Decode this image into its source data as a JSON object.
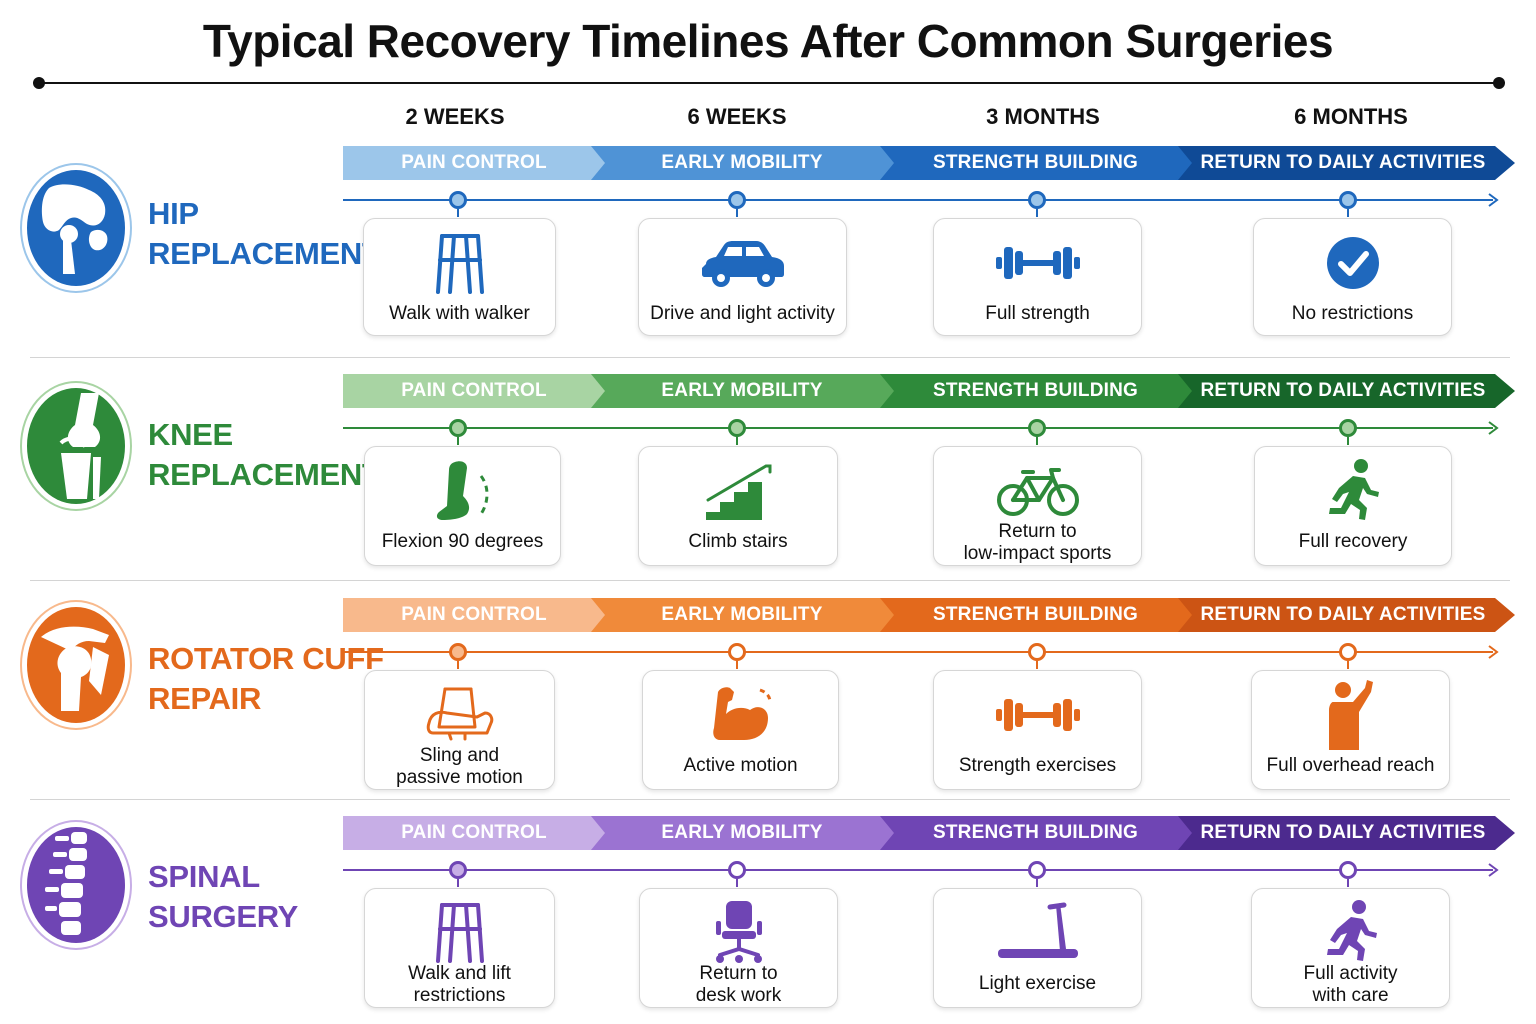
{
  "title": "Typical Recovery Timelines After Common Surgeries",
  "time_labels": [
    "2 WEEKS",
    "6 WEEKS",
    "3 MONTHS",
    "6 MONTHS"
  ],
  "phases": [
    "PAIN CONTROL",
    "EARLY MOBILITY",
    "STRENGTH BUILDING",
    "RETURN TO DAILY ACTIVITIES"
  ],
  "colors": {
    "hip": [
      "#9cc6ea",
      "#4f93d6",
      "#1f68bd",
      "#0f4a96"
    ],
    "knee": [
      "#a8d4a3",
      "#57a95a",
      "#2e8a3a",
      "#17662a"
    ],
    "rotator": [
      "#f8b98c",
      "#f08a3a",
      "#e3691c",
      "#cc5414"
    ],
    "spinal": [
      "#c7aee6",
      "#9b73d2",
      "#6f45b4",
      "#4c2a8e"
    ]
  },
  "surgeries": [
    {
      "key": "hip",
      "name_line1": "HIP",
      "name_line2": "REPLACEMENT",
      "icon": "hip-joint-icon",
      "color": "#1f68bd",
      "milestones": [
        {
          "label": "Walk with walker",
          "icon": "walker-icon"
        },
        {
          "label": "Drive and light activity",
          "icon": "car-icon"
        },
        {
          "label": "Full strength",
          "icon": "dumbbell-icon"
        },
        {
          "label": "No restrictions",
          "icon": "checkmark-icon"
        }
      ]
    },
    {
      "key": "knee",
      "name_line1": "KNEE",
      "name_line2": "REPLACEMENT",
      "icon": "knee-joint-icon",
      "color": "#2e8a3a",
      "milestones": [
        {
          "label": "Flexion 90 degrees",
          "icon": "leg-flexion-icon"
        },
        {
          "label": "Climb stairs",
          "icon": "stairs-icon"
        },
        {
          "label": "Return to\nlow-impact sports",
          "icon": "bicycle-icon"
        },
        {
          "label": "Full recovery",
          "icon": "running-person-icon"
        }
      ]
    },
    {
      "key": "rotator",
      "name_line1": "ROTATOR CUFF",
      "name_line2": "REPAIR",
      "icon": "shoulder-joint-icon",
      "color": "#e3691c",
      "milestones": [
        {
          "label": "Sling and\npassive motion",
          "icon": "arm-sling-icon"
        },
        {
          "label": "Active motion",
          "icon": "flexed-arm-icon"
        },
        {
          "label": "Strength exercises",
          "icon": "dumbbell-icon"
        },
        {
          "label": "Full overhead reach",
          "icon": "raised-arm-person-icon"
        }
      ]
    },
    {
      "key": "spinal",
      "name_line1": "SPINAL",
      "name_line2": "SURGERY",
      "icon": "spine-icon",
      "color": "#6f45b4",
      "milestones": [
        {
          "label": "Walk and lift\nrestrictions",
          "icon": "walker-icon"
        },
        {
          "label": "Return to\ndesk work",
          "icon": "office-chair-icon"
        },
        {
          "label": "Light exercise",
          "icon": "treadmill-icon"
        },
        {
          "label": "Full activity\nwith care",
          "icon": "running-person-icon"
        }
      ]
    }
  ]
}
